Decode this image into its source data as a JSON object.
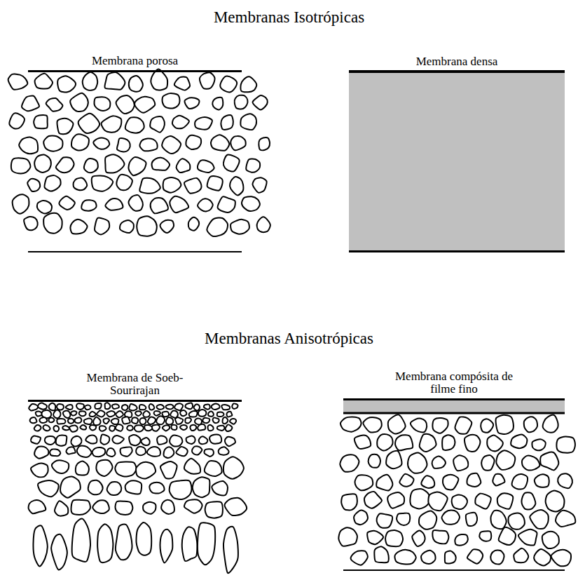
{
  "diagram": {
    "nodes": [
      {
        "text": [
          "Membrana porosa"
        ]
      },
      {
        "text": [
          "Membrana densa"
        ]
      },
      {
        "text": [
          "Membrana de Soeb-Sourirajan"
        ]
      },
      {
        "text": [
          "Membrana compósita de filme fino"
        ]
      }
    ],
    "labels": [
      "Membranas Isotrópicas",
      "Membranas Anisotrópicas"
    ]
  }
}
